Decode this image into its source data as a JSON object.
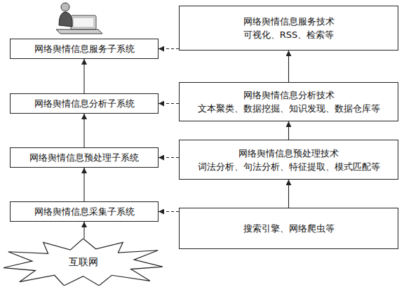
{
  "diagram": {
    "nodes": [
      {
        "text": [
          "网络舆情信息服务子系统"
        ]
      },
      {
        "text": [
          "网络舆情信息服务技术",
          "可视化、RSS、检索等"
        ]
      },
      {
        "text": [
          "网络舆情信息分析子系统"
        ]
      },
      {
        "text": [
          "网络舆情信息分析技术",
          "文本聚类、数据挖掘、知识发现、数据仓库等"
        ]
      },
      {
        "text": [
          "网络舆情信息预处理子系统"
        ]
      },
      {
        "text": [
          "网络舆情信息预处理技术",
          "词法分析、句法分析、特征提取、模式匹配等"
        ]
      },
      {
        "text": [
          "网络舆情信息采集子系统"
        ]
      },
      {
        "text": [
          "搜索引擎、网络爬虫等"
        ]
      },
      {
        "text": [
          "互联网"
        ]
      }
    ],
    "edges": [
      {
        "from": 8,
        "to": 6,
        "arrow": "to"
      },
      {
        "from": 6,
        "to": 4,
        "arrow": "to"
      },
      {
        "from": 4,
        "to": 2,
        "arrow": "to"
      },
      {
        "from": 2,
        "to": 0,
        "arrow": "to"
      },
      {
        "from": 7,
        "to": 5,
        "arrow": "to"
      },
      {
        "from": 5,
        "to": 3,
        "arrow": "to"
      },
      {
        "from": 3,
        "to": 1,
        "arrow": "to"
      },
      {
        "from": 1,
        "to": 0,
        "arrow": "to"
      },
      {
        "from": 3,
        "to": 2,
        "arrow": "to"
      },
      {
        "from": 5,
        "to": 4,
        "arrow": "to"
      },
      {
        "from": 7,
        "to": 6,
        "arrow": "to"
      }
    ]
  }
}
